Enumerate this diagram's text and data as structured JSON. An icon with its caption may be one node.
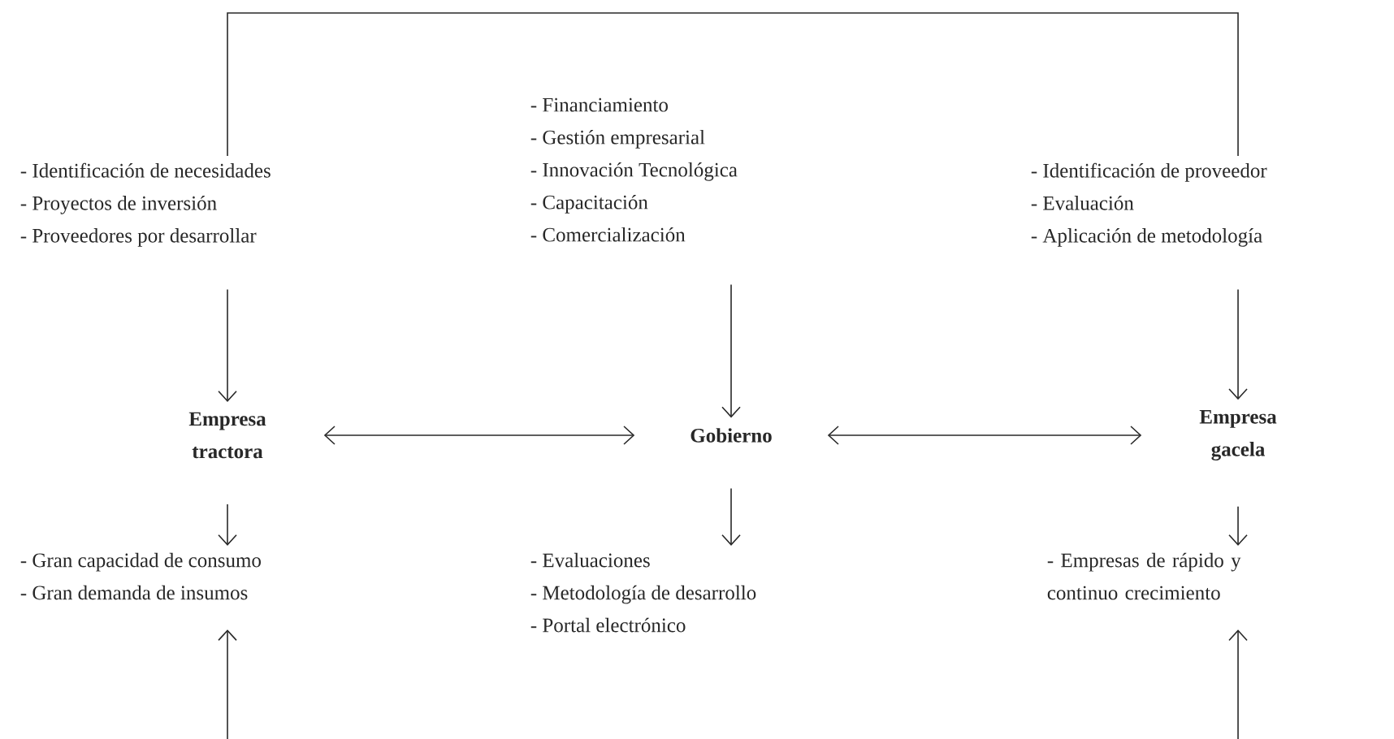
{
  "diagram": {
    "nodes": [
      {
        "text": [
          "- Identificación de necesidades",
          "- Proyectos de inversión",
          "- Proveedores por desarrollar"
        ]
      },
      {
        "text": [
          "- Financiamiento",
          "- Gestión empresarial",
          "- Innovación Tecnológica",
          "- Capacitación",
          "- Comercialización"
        ]
      },
      {
        "text": [
          "- Identificación de proveedor",
          "- Evaluación",
          "- Aplicación de metodología"
        ]
      },
      {
        "text": [
          "Empresa tractora"
        ]
      },
      {
        "text": [
          "Gobierno"
        ]
      },
      {
        "text": [
          "Empresa gacela"
        ]
      },
      {
        "text": [
          "- Gran capacidad de consumo",
          "- Gran demanda de insumos"
        ]
      },
      {
        "text": [
          "- Evaluaciones",
          "- Metodología de desarrollo",
          "- Portal electrónico"
        ]
      },
      {
        "text": [
          "- Empresas de rápido y continuo crecimiento"
        ]
      }
    ],
    "edges": [
      {
        "from": 0,
        "to": 2,
        "arrow": "none"
      },
      {
        "from": 0,
        "to": 3,
        "arrow": "to"
      },
      {
        "from": 1,
        "to": 4,
        "arrow": "to"
      },
      {
        "from": 2,
        "to": 5,
        "arrow": "to"
      },
      {
        "from": 3,
        "to": 4,
        "arrow": "both"
      },
      {
        "from": 4,
        "to": 5,
        "arrow": "both"
      },
      {
        "from": 3,
        "to": 6,
        "arrow": "to"
      },
      {
        "from": 4,
        "to": 7,
        "arrow": "to"
      },
      {
        "from": 5,
        "to": 8,
        "arrow": "to"
      },
      {
        "from": null,
        "to": 6,
        "arrow": "to"
      },
      {
        "from": null,
        "to": 8,
        "arrow": "to"
      }
    ]
  }
}
